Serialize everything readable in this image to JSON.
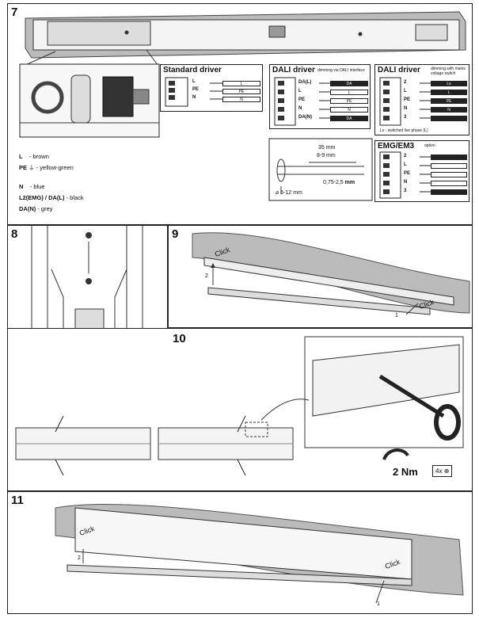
{
  "steps": {
    "s7": "7",
    "s8": "8",
    "s9": "9",
    "s10": "10",
    "s11": "11"
  },
  "standard_driver": {
    "title": "Standard driver",
    "terminals": [
      "L",
      "PE",
      "N"
    ],
    "wires": [
      "L",
      "PE",
      "N"
    ]
  },
  "dali_driver": {
    "title": "DALI driver",
    "subtitle": "dimming via DALI interface",
    "terminals": [
      "DA(L)",
      "L",
      "PE",
      "N",
      "DA(N)"
    ],
    "wires": [
      "DA",
      "L",
      "PE",
      "N",
      "DA"
    ]
  },
  "mains_driver": {
    "title": "DALI driver",
    "subtitle": "dimming with mains voltage switch",
    "switched_label": "Ls",
    "terminals": [
      "2",
      "L",
      "PE",
      "N",
      "3"
    ],
    "wires": [
      "Ls",
      "L",
      "PE",
      "N",
      ""
    ],
    "note": "Ls - switched live phase (L)"
  },
  "emg_driver": {
    "title": "EMG/EM3",
    "subtitle": "option",
    "terminals": [
      "2",
      "L",
      "PE",
      "N",
      "3"
    ],
    "wires": [
      "",
      "",
      "",
      "",
      ""
    ]
  },
  "strip_dims": {
    "length": "35 mm",
    "strip": "8-9 mm",
    "section": "0,75-2,5",
    "section_unit": "mm",
    "diameter": "6-12 mm"
  },
  "legend": [
    {
      "code": "L",
      "desc": "- brown"
    },
    {
      "code": "PE",
      "desc": "- yellow-green"
    },
    {
      "code": "N",
      "desc": "- blue"
    },
    {
      "code": "L2(EMG) / DA(L)",
      "desc": "- black"
    },
    {
      "code": "DA(N)",
      "desc": "- grey"
    }
  ],
  "labels": {
    "click": "Click",
    "one": "1",
    "two": "2",
    "torque": "2 Nm",
    "screws": "4x"
  }
}
